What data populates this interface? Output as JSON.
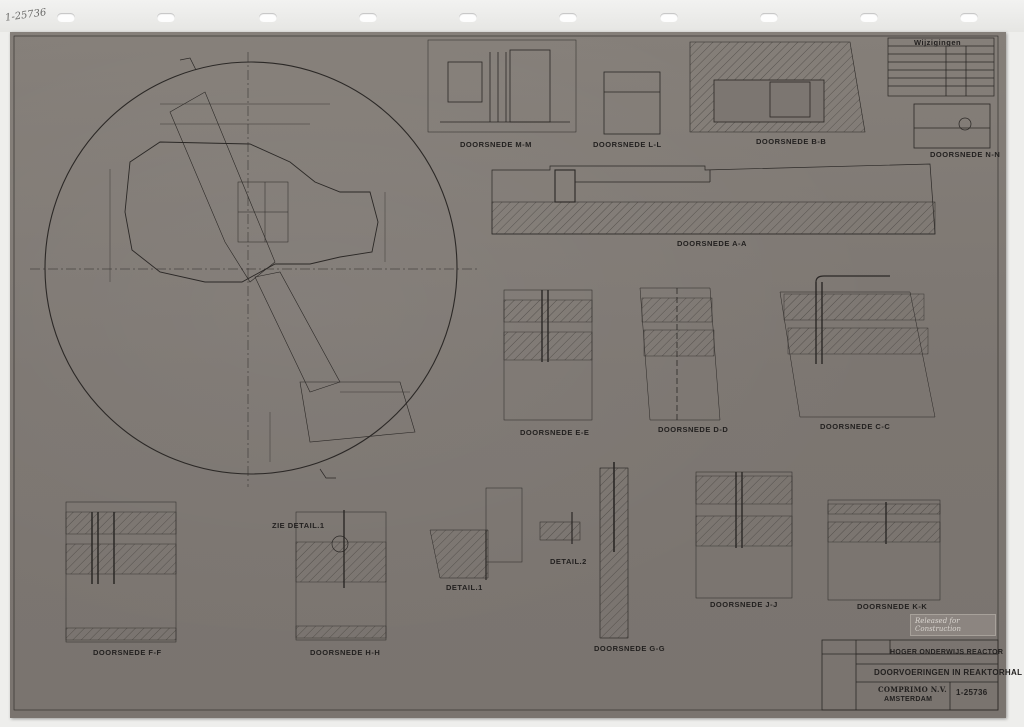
{
  "archive_mark": "1-25736",
  "revision_table": {
    "title": "Wijzigingen"
  },
  "sections": {
    "mm": "DOORSNEDE M-M",
    "ll": "DOORSNEDE L-L",
    "bb": "DOORSNEDE B-B",
    "nn": "DOORSNEDE N-N",
    "aa": "DOORSNEDE A-A",
    "ee": "DOORSNEDE E-E",
    "dd": "DOORSNEDE D-D",
    "cc": "DOORSNEDE C-C",
    "ff": "DOORSNEDE F-F",
    "hh": "DOORSNEDE H-H",
    "gg": "DOORSNEDE G-G",
    "jj": "DOORSNEDE J-J",
    "kk": "DOORSNEDE K-K",
    "detail1": "DETAIL.1",
    "detail2": "DETAIL.2",
    "zie_detail": "ZIE DETAIL.1"
  },
  "stamp": {
    "line1": "Released for Construction"
  },
  "title_block": {
    "project": "HOGER ONDERWIJS REACTOR",
    "subject": "DOORVOERINGEN IN REAKTORHAL",
    "company": "COMPRIMO N.V.",
    "city": "AMSTERDAM",
    "drawing_number": "1-25736"
  },
  "colors": {
    "sheet": "#7c7671",
    "ink": "#2b2826",
    "paper": "#eeeeec"
  }
}
